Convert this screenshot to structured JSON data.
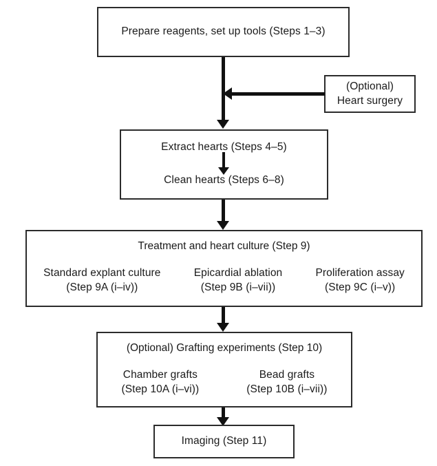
{
  "diagram": {
    "title": "Heart explant culture workflow flowchart",
    "line_color": "#111111",
    "box_border_color": "#2b2b2b",
    "background": "#ffffff"
  },
  "nodes": {
    "prepare": {
      "label": "Prepare reagents, set up tools (Steps 1–3)"
    },
    "optional_surgery": {
      "line1": "(Optional)",
      "line2": "Heart surgery"
    },
    "extract_clean": {
      "extract": "Extract hearts (Steps 4–5)",
      "clean": "Clean hearts (Steps 6–8)"
    },
    "treatment": {
      "title": "Treatment and heart culture (Step 9)",
      "options": [
        {
          "name": "Standard explant culture",
          "steps": "(Step 9A (i–iv))"
        },
        {
          "name": "Epicardial ablation",
          "steps": "(Step 9B (i–vii))"
        },
        {
          "name": "Proliferation assay",
          "steps": "(Step 9C (i–v))"
        }
      ]
    },
    "grafting": {
      "title": "(Optional) Grafting experiments (Step 10)",
      "options": [
        {
          "name": "Chamber grafts",
          "steps": "(Step 10A (i–vi))"
        },
        {
          "name": "Bead grafts",
          "steps": "(Step 10B (i–vii))"
        }
      ]
    },
    "imaging": {
      "label": "Imaging (Step 11)"
    }
  }
}
